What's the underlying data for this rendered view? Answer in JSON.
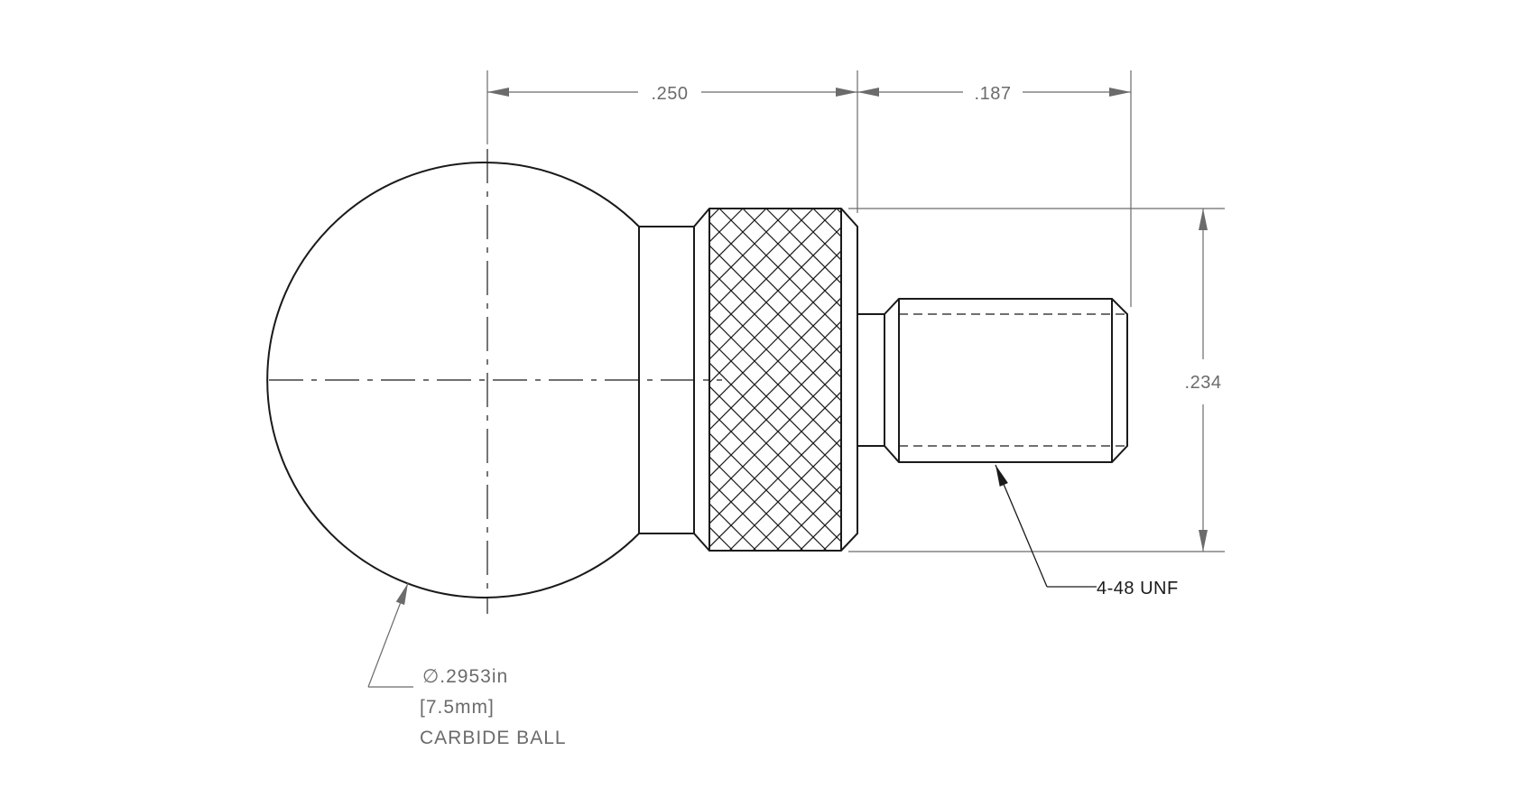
{
  "drawing": {
    "dimensions": {
      "ball_to_collar": ".250",
      "thread_length": ".187",
      "collar_height": ".234"
    },
    "thread_callout": "4-48 UNF",
    "ball_callout": {
      "diameter_symbol": "∅",
      "diameter_value": ".2953in",
      "metric_open": "[",
      "metric_value": "7.5mm",
      "metric_close": "]",
      "material": "CARBIDE BALL"
    },
    "colors": {
      "object_line": "#1a1a1a",
      "dimension_line": "#6b6b6b",
      "background": "#ffffff"
    }
  }
}
